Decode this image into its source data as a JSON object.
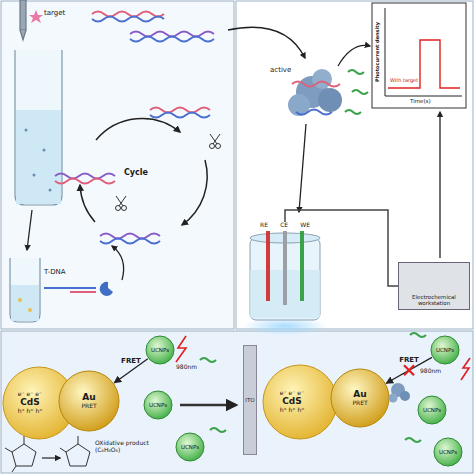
{
  "diagram": {
    "nodes": [
      {
        "text": [
          "RE",
          "CE",
          "WE"
        ]
      },
      {
        "text": [
          "Electrochemical workstation"
        ]
      },
      {
        "text": [
          "e⁻ e⁻ e⁻",
          "CdS",
          "h⁺ h⁺ h⁺"
        ]
      },
      {
        "text": [
          "Au",
          "PRET"
        ]
      },
      {
        "text": [
          "UCNPs"
        ]
      },
      {
        "text": [
          "UCNPs"
        ]
      },
      {
        "text": [
          "UCNPs"
        ]
      },
      {
        "text": [
          "ITO"
        ]
      },
      {
        "text": [
          "e⁻ e⁻ e⁻",
          "CdS",
          "h⁺ h⁺ h⁺"
        ]
      },
      {
        "text": [
          "Au",
          "PRET"
        ]
      },
      {
        "text": [
          "UCNPs"
        ]
      },
      {
        "text": [
          "UCNPs"
        ]
      },
      {
        "text": [
          "UCNPs"
        ]
      }
    ],
    "edges": [
      {
        "from": 0,
        "to": 1,
        "arrow": "none"
      },
      {
        "from": 4,
        "to": 3,
        "label": "FRET",
        "arrow": "to"
      },
      {
        "from": 10,
        "to": 9,
        "label": "FRET",
        "arrow": "to"
      }
    ],
    "labels": [
      "target",
      "Cycle",
      "T-DNA",
      "active",
      "Photocurrent density",
      "Time(s)",
      "With target",
      "980nm",
      "OXidative product (C₆H₆O₆)",
      "980nm"
    ]
  }
}
